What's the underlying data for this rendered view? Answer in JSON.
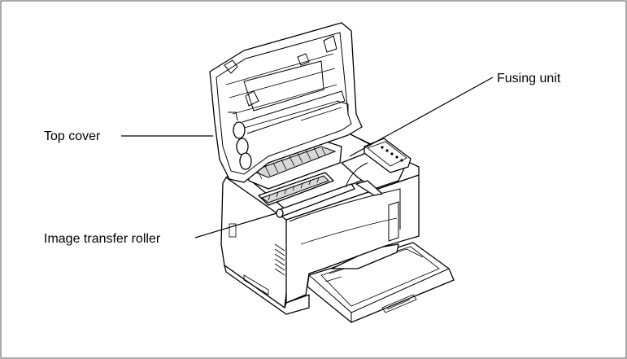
{
  "labels": {
    "fusing_unit": "Fusing unit",
    "top_cover": "Top cover",
    "image_transfer_roller": "Image transfer roller"
  },
  "colors": {
    "line": "#000000",
    "background": "#ffffff",
    "shade": "#d8d8d8"
  }
}
